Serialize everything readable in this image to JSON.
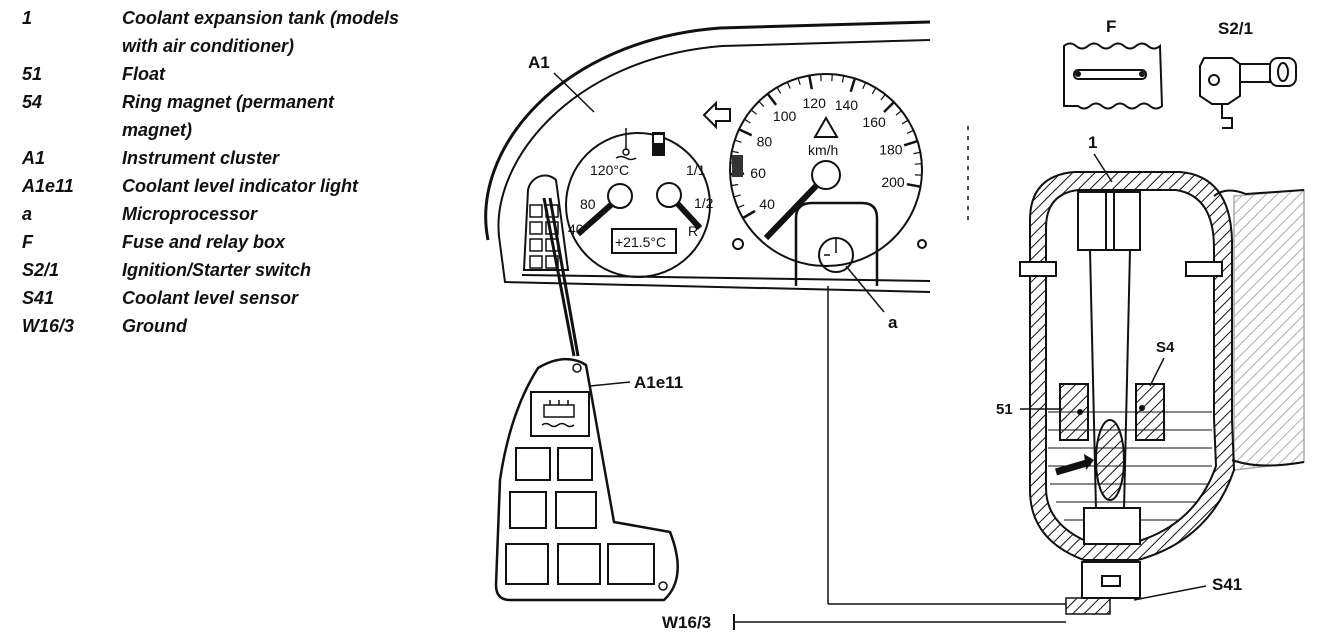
{
  "legend": {
    "items": [
      {
        "code": "1",
        "desc": "Coolant expansion tank (models\nwith air conditioner)"
      },
      {
        "code": "51",
        "desc": "Float"
      },
      {
        "code": "54",
        "desc": "Ring magnet (permanent\nmagnet)"
      },
      {
        "code": "A1",
        "desc": "Instrument cluster"
      },
      {
        "code": "A1e11",
        "desc": "Coolant level indicator light"
      },
      {
        "code": "a",
        "desc": "Microprocessor"
      },
      {
        "code": "F",
        "desc": "Fuse and relay box"
      },
      {
        "code": "S2/1",
        "desc": "Ignition/Starter switch"
      },
      {
        "code": "S41",
        "desc": "Coolant level sensor"
      },
      {
        "code": "W16/3",
        "desc": "Ground"
      }
    ]
  },
  "callouts": {
    "a1": "A1",
    "a1e11": "A1e11",
    "a": "a",
    "f": "F",
    "s2_1": "S2/1",
    "tank": "1",
    "s4": "S4",
    "s51": "51",
    "s41": "S41",
    "w16_3": "W16/3"
  },
  "gauges": {
    "temp_max": "120°C",
    "temp_mid": "80",
    "temp_min": "40",
    "fuel_full": "1/1",
    "fuel_half": "1/2",
    "fuel_reserve": "R",
    "outside_temp": "+21.5°C",
    "speed_unit": "km/h",
    "speed_ticks": [
      "40",
      "60",
      "80",
      "100",
      "120",
      "140",
      "160",
      "180",
      "200"
    ]
  }
}
